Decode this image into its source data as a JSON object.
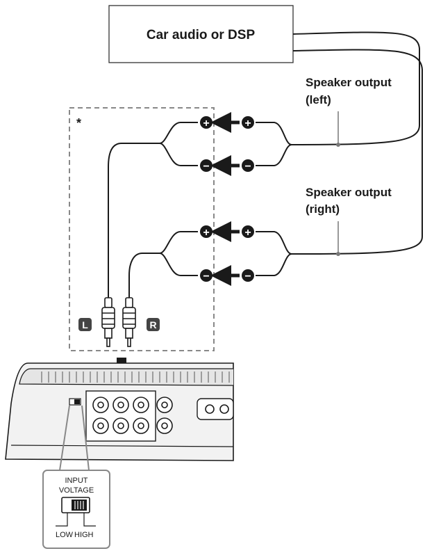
{
  "source_label": "Car audio or DSP",
  "speaker_left": {
    "line1": "Speaker output",
    "line2": "(left)"
  },
  "speaker_right": {
    "line1": "Speaker output",
    "line2": "(right)"
  },
  "adapter_note": "*",
  "channel_left": "L",
  "channel_right": "R",
  "switch": {
    "title_line1": "INPUT",
    "title_line2": "VOLTAGE",
    "low": "LOW",
    "high": "HIGH"
  },
  "terminal_plus": "+",
  "terminal_minus": "−"
}
